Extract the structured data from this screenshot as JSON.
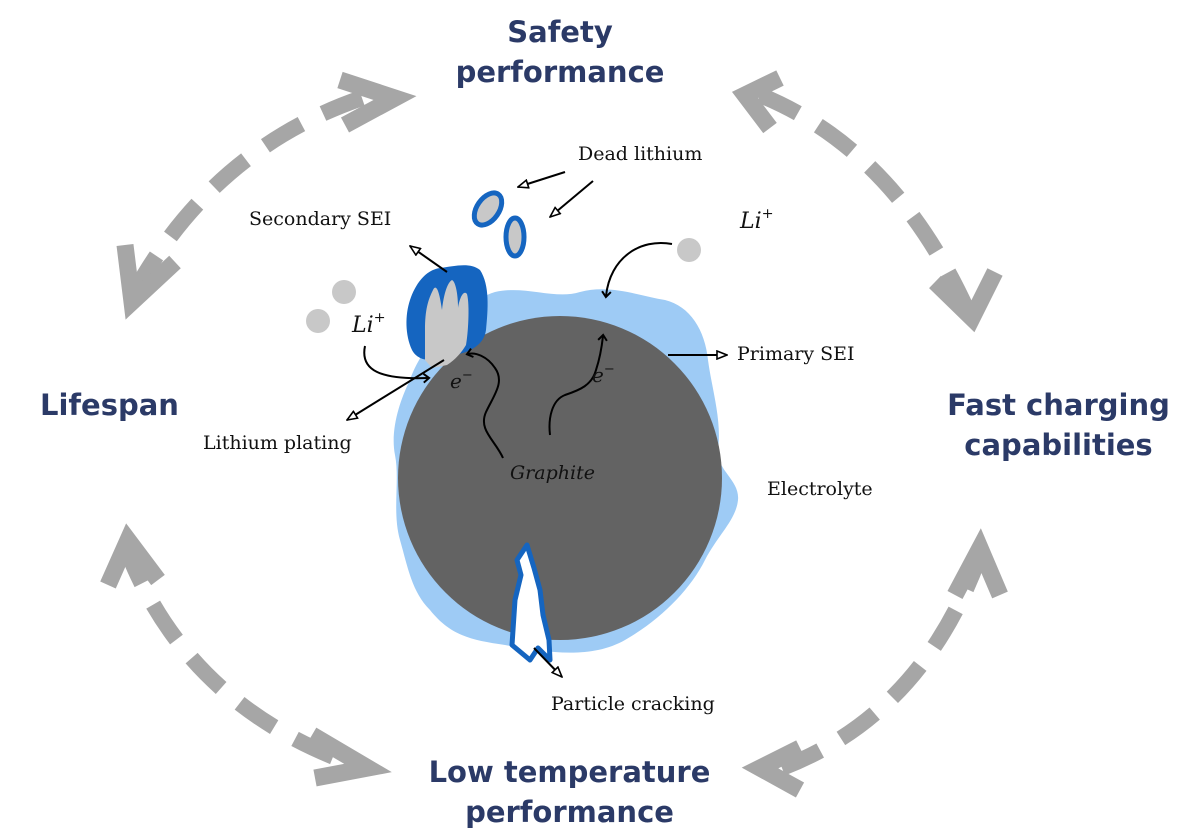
{
  "corners": {
    "top_line1": "Safety",
    "top_line2": "performance",
    "left": "Lifespan",
    "right_line1": "Fast charging",
    "right_line2": "capabilities",
    "bottom_line1": "Low temperature",
    "bottom_line2": "performance"
  },
  "annotations": {
    "dead_lithium": "Dead lithium",
    "secondary_sei": "Secondary SEI",
    "li_right": "Li",
    "li_right_sup": "+",
    "li_left": "Li",
    "li_left_sup": "+",
    "primary_sei": "Primary SEI",
    "lithium_plating": "Lithium plating",
    "electron_left": "e",
    "electron_left_sup": "−",
    "electron_right": "e",
    "electron_right_sup": "−",
    "graphite": "Graphite",
    "electrolyte": "Electrolyte",
    "particle_cracking": "Particle cracking"
  },
  "colors": {
    "corner_text": "#2b3a67",
    "dashed_arrows": "#a6a6a6",
    "particle": "#636363",
    "primary_sei": "#9ecbf5",
    "secondary_sei": "#1565c0",
    "lithium": "#c8c8c8"
  }
}
